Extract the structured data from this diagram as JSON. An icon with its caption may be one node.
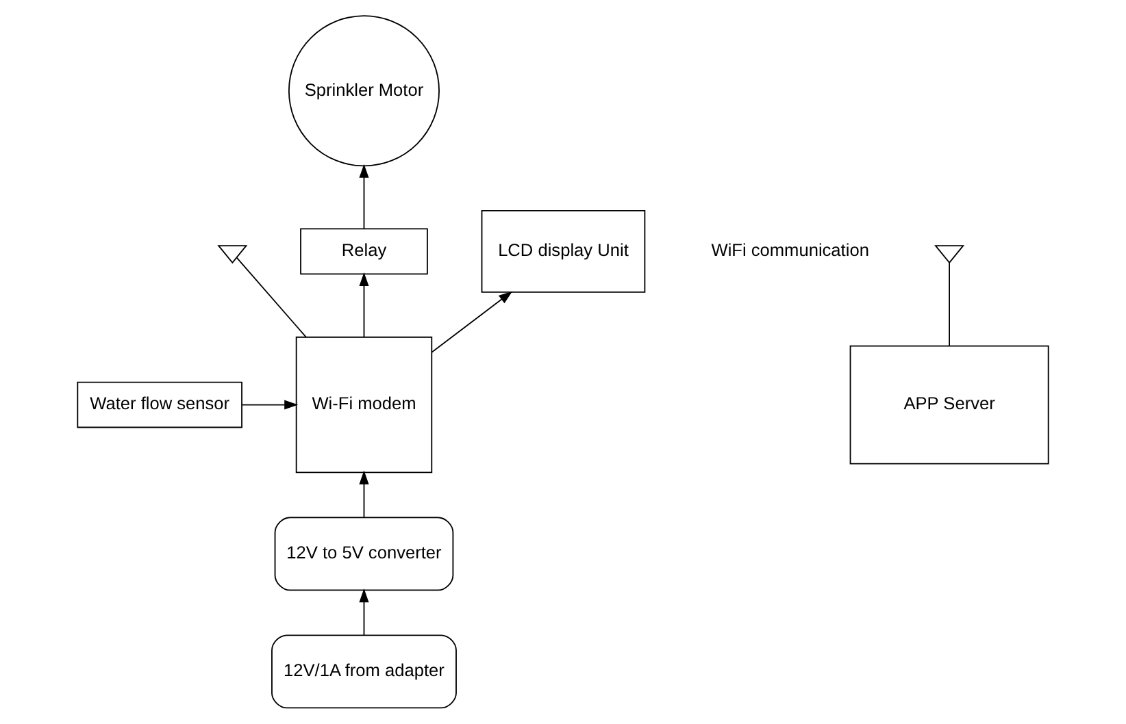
{
  "diagram": {
    "nodes": [
      {
        "text": [
          "Sprinkler Motor"
        ]
      },
      {
        "text": [
          "Relay"
        ]
      },
      {
        "text": [
          "LCD display Unit"
        ]
      },
      {
        "text": [
          "Wi-Fi modem"
        ]
      },
      {
        "text": [
          "Water flow sensor"
        ]
      },
      {
        "text": [
          "12V to 5V converter"
        ]
      },
      {
        "text": [
          "12V/1A from adapter"
        ]
      },
      {
        "text": [],
        "shape": "antenna"
      },
      {
        "text": [],
        "shape": "antenna"
      },
      {
        "text": [
          "APP Server"
        ]
      }
    ],
    "edges": [
      {
        "from": 1,
        "to": 0,
        "arrow": "to"
      },
      {
        "from": 3,
        "to": 1,
        "arrow": "to"
      },
      {
        "from": 3,
        "to": 2,
        "arrow": "to"
      },
      {
        "from": 4,
        "to": 3,
        "arrow": "to"
      },
      {
        "from": 5,
        "to": 3,
        "arrow": "to"
      },
      {
        "from": 6,
        "to": 5,
        "arrow": "to"
      },
      {
        "from": 3,
        "to": 7,
        "arrow": "none"
      },
      {
        "from": 9,
        "to": 8,
        "arrow": "none"
      }
    ],
    "labels": [
      "WiFi communication"
    ]
  }
}
